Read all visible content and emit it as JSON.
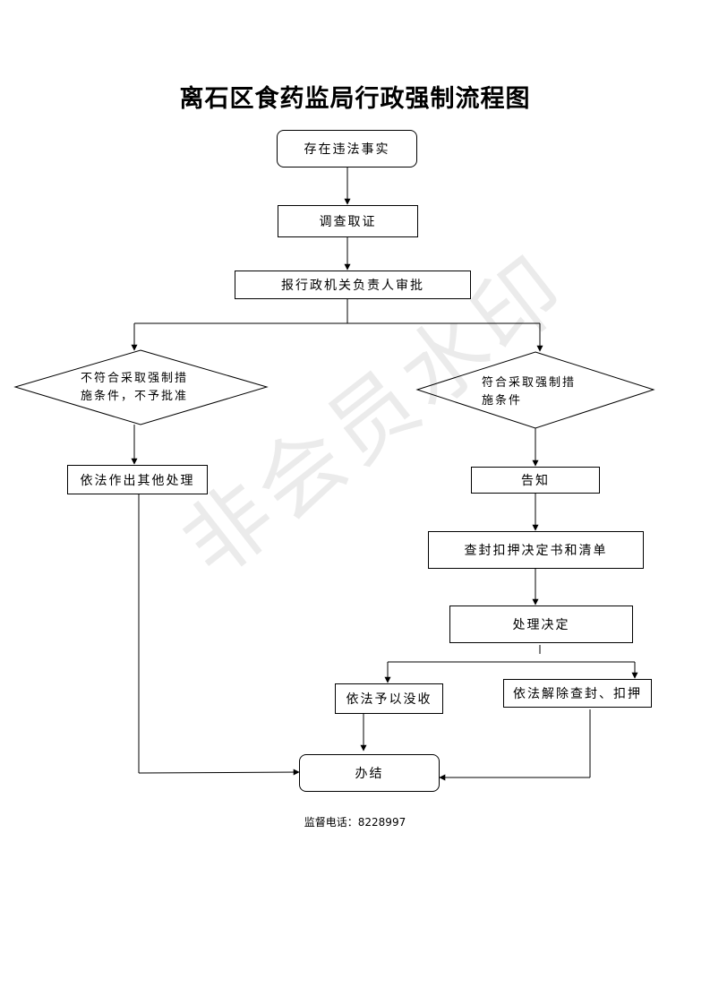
{
  "title": "离石区食药监局行政强制流程图",
  "nodes": {
    "start": "存在违法事实",
    "investigate": "调查取证",
    "approve": "报行政机关负责人审批",
    "reject_line1": "不符合采取强制措",
    "reject_line2": "施条件，不予批准",
    "accept_line1": "符合采取强制措",
    "accept_line2": "施条件",
    "other": "依法作出其他处理",
    "notify": "告知",
    "seal_decision": "查封扣押决定书和清单",
    "decision": "处理决定",
    "confiscate": "依法予以没收",
    "release": "依法解除查封、扣押",
    "end": "办结"
  },
  "footer": "监督电话：8228997",
  "watermark": "非会员水印"
}
